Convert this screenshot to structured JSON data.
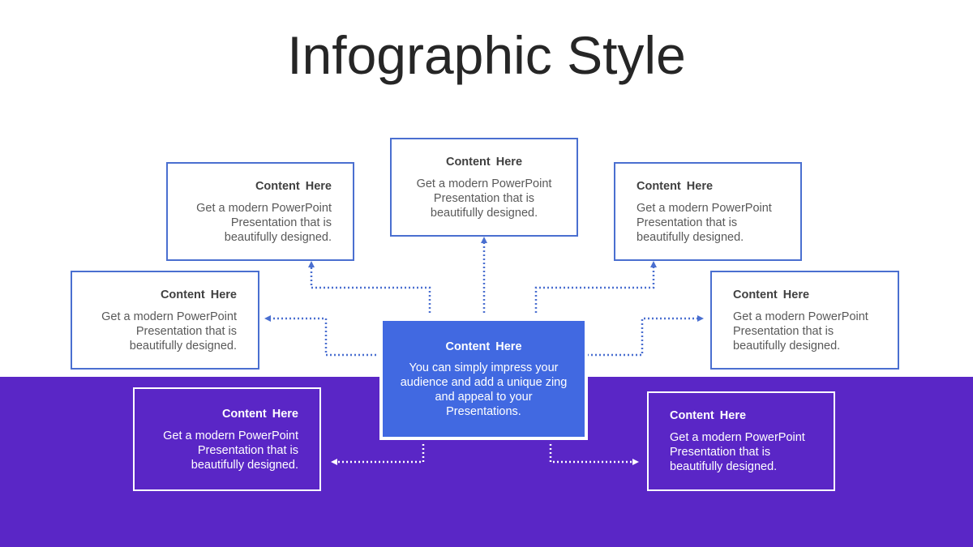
{
  "title": "Infographic Style",
  "center": {
    "heading": "Content  Here",
    "body": "You can simply impress your audience and add a unique zing and appeal to your Presentations."
  },
  "boxes": [
    {
      "heading": "Content  Here",
      "body": "Get a modern PowerPoint Presentation that is beautifully designed."
    },
    {
      "heading": "Content  Here",
      "body": "Get a modern PowerPoint Presentation that is beautifully designed."
    },
    {
      "heading": "Content  Here",
      "body": "Get a modern PowerPoint Presentation that is beautifully designed."
    },
    {
      "heading": "Content  Here",
      "body": "Get a modern PowerPoint Presentation that is beautifully designed."
    },
    {
      "heading": "Content  Here",
      "body": "Get a modern PowerPoint Presentation that is beautifully designed."
    },
    {
      "heading": "Content  Here",
      "body": "Get a modern PowerPoint Presentation that is beautifully designed."
    },
    {
      "heading": "Content  Here",
      "body": "Get a modern PowerPoint Presentation that is beautifully designed."
    }
  ],
  "colors": {
    "accent": "#4a6fd0",
    "center_fill": "#4169e1",
    "band": "#5a26c6",
    "title_text": "#262626"
  }
}
